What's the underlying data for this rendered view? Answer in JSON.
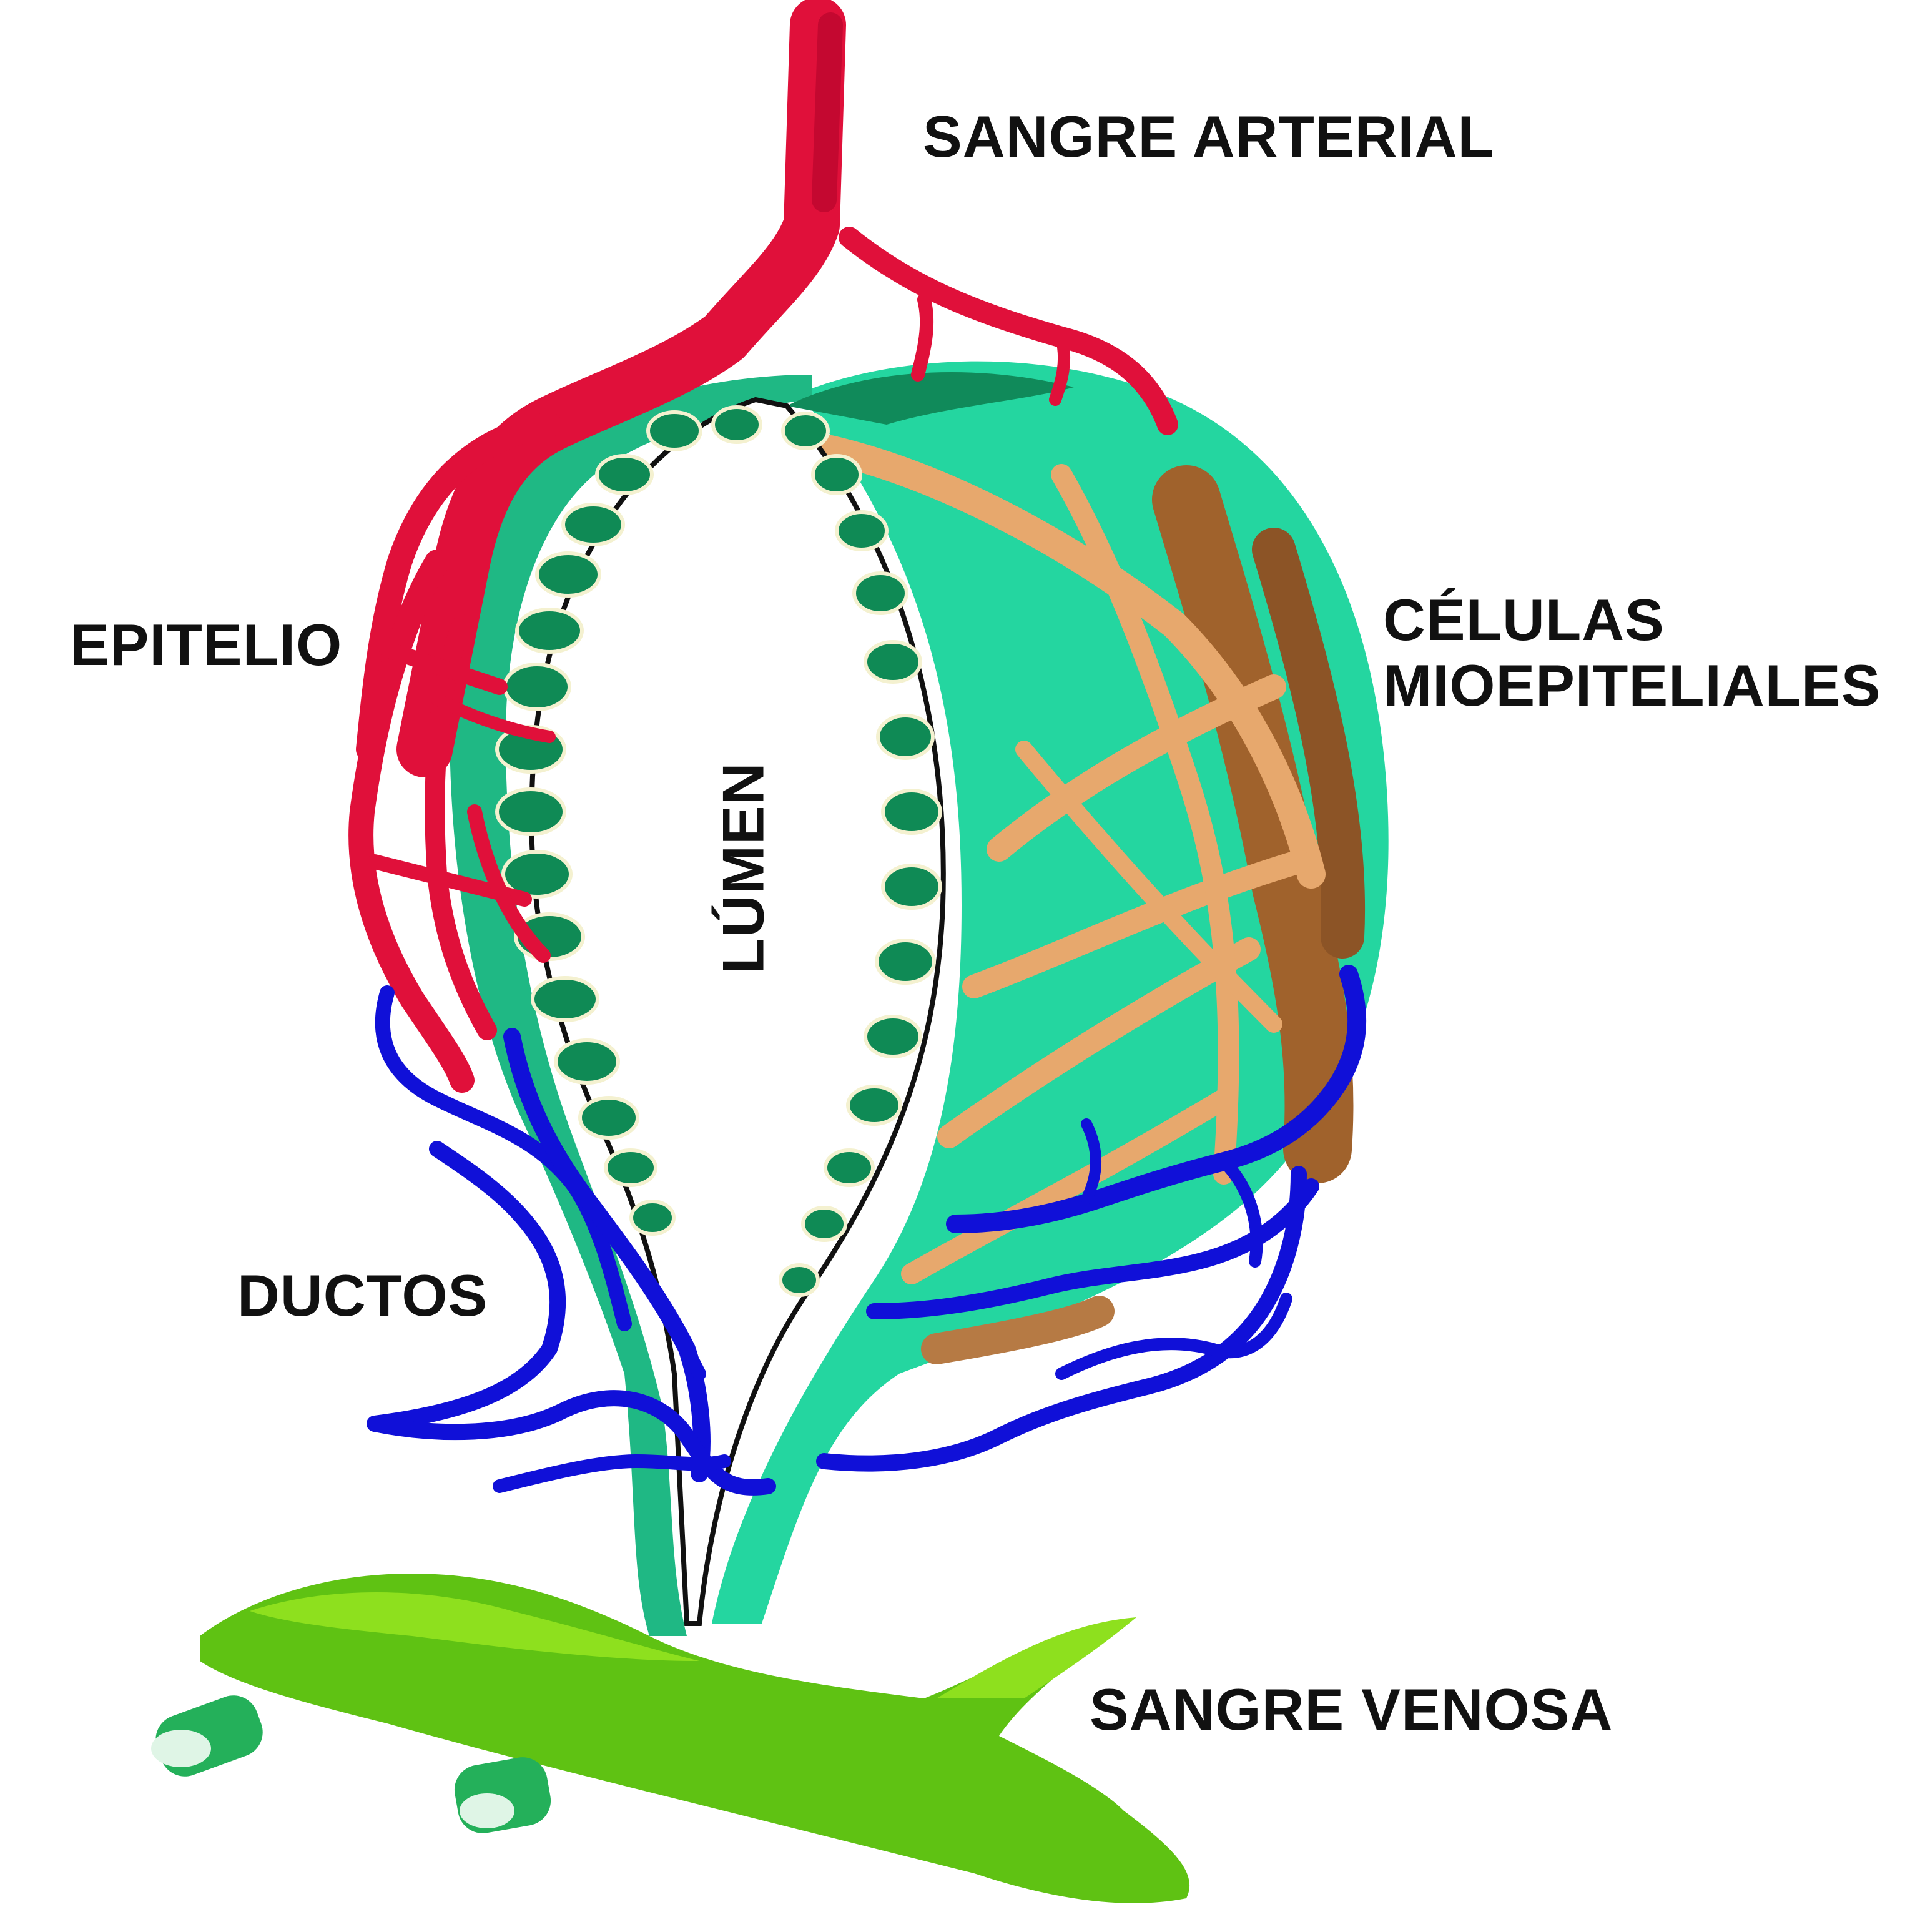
{
  "labels": {
    "sangre_arterial": "SANGRE ARTERIAL",
    "epitelio": "EPITELIO",
    "celulas_line1": "CÉLULAS",
    "celulas_line2": "MIOEPITELIALES",
    "lumen": "LÚMEN",
    "ductos": "DUCTOS",
    "sangre_venosa": "SANGRE VENOSA"
  },
  "colors": {
    "artery": "#e0103a",
    "artery_dark": "#c40830",
    "vein": "#1010d8",
    "gland": "#24d6a0",
    "gland_dark": "#108a5a",
    "epithelial_cell": "#0f8a55",
    "myoepithelial": "#e7a86d",
    "myoepithelial_dark": "#a0622c",
    "venous_vessel": "#5fc213",
    "venous_vessel_light": "#8ee01e",
    "outline": "#111111"
  },
  "icons": {
    "gland": "acinus-gland-shape",
    "artery": "branching-artery",
    "veins": "branching-ducts",
    "venous": "venous-vessel"
  }
}
